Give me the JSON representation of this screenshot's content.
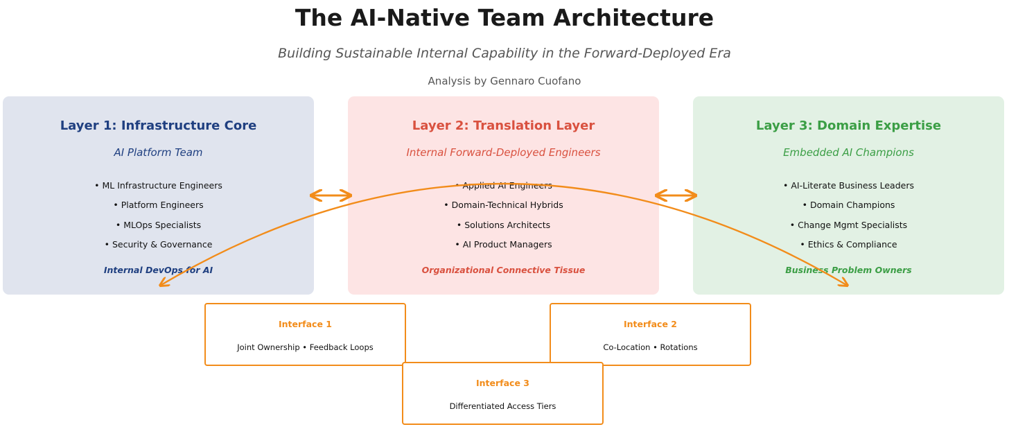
{
  "header": {
    "title": "The AI-Native Team Architecture",
    "subtitle": "Building Sustainable Internal Capability in the Forward-Deployed Era",
    "byline": "Analysis by Gennaro Cuofano"
  },
  "layers": [
    {
      "title": "Layer 1: Infrastructure Core",
      "team": "AI Platform Team",
      "members": [
        "ML Infrastructure Engineers",
        "Platform Engineers",
        "MLOps Specialists",
        "Security & Governance"
      ],
      "footer": "Internal DevOps for AI",
      "accent": "#1f3f80",
      "background": "#e0e4ee"
    },
    {
      "title": "Layer 2: Translation Layer",
      "team": "Internal Forward-Deployed Engineers",
      "members": [
        "Applied AI Engineers",
        "Domain-Technical Hybrids",
        "Solutions Architects",
        "AI Product Managers"
      ],
      "footer": "Organizational Connective Tissue",
      "accent": "#d9513f",
      "background": "#fde4e4"
    },
    {
      "title": "Layer 3: Domain Expertise",
      "team": "Embedded AI Champions",
      "members": [
        "AI-Literate Business Leaders",
        "Domain Champions",
        "Change Mgmt Specialists",
        "Ethics & Compliance"
      ],
      "footer": "Business Problem Owners",
      "accent": "#3b9e45",
      "background": "#e2f1e4"
    }
  ],
  "bullet": "•",
  "interfaces": [
    {
      "title": "Interface 1",
      "description": "Joint Ownership • Feedback Loops"
    },
    {
      "title": "Interface 2",
      "description": "Co-Location • Rotations"
    },
    {
      "title": "Interface 3",
      "description": "Differentiated Access Tiers"
    }
  ],
  "colors": {
    "connector": "#f28c1a",
    "title_text": "#1a1a1a",
    "muted_text": "#555555"
  },
  "icons": {
    "layer_link": "double-headed-arrow-icon",
    "span_link": "curved-arrow-icon"
  }
}
